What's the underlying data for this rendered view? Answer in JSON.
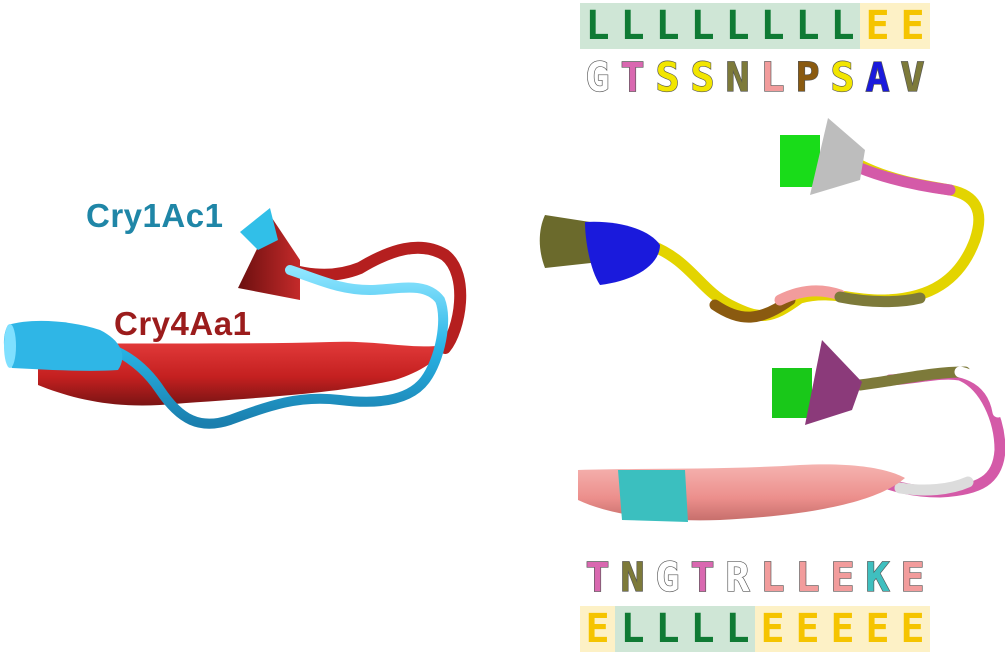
{
  "labels": {
    "cry1ac1": {
      "text": "Cry1Ac1",
      "color": "#1f86a7"
    },
    "cry4aa1": {
      "text": "Cry4Aa1",
      "color": "#9b1c1c"
    }
  },
  "top_ss": [
    "L",
    "L",
    "L",
    "L",
    "L",
    "L",
    "L",
    "L",
    "E",
    "E"
  ],
  "top_seq": [
    {
      "aa": "G",
      "color": "#ffffff"
    },
    {
      "aa": "T",
      "color": "#d968b0"
    },
    {
      "aa": "S",
      "color": "#f2e600"
    },
    {
      "aa": "S",
      "color": "#f2e600"
    },
    {
      "aa": "N",
      "color": "#7d7a3a"
    },
    {
      "aa": "L",
      "color": "#f29c9c"
    },
    {
      "aa": "P",
      "color": "#8a5a10"
    },
    {
      "aa": "S",
      "color": "#f2e600"
    },
    {
      "aa": "A",
      "color": "#1a1adc"
    },
    {
      "aa": "V",
      "color": "#7d7a3a"
    }
  ],
  "bottom_seq": [
    {
      "aa": "T",
      "color": "#d968b0"
    },
    {
      "aa": "N",
      "color": "#7d7a3a"
    },
    {
      "aa": "G",
      "color": "#ffffff"
    },
    {
      "aa": "T",
      "color": "#d968b0"
    },
    {
      "aa": "R",
      "color": "#ffffff"
    },
    {
      "aa": "L",
      "color": "#f29c9c"
    },
    {
      "aa": "L",
      "color": "#f29c9c"
    },
    {
      "aa": "E",
      "color": "#f29c9c"
    },
    {
      "aa": "K",
      "color": "#3fbfbf"
    },
    {
      "aa": "E",
      "color": "#f29c9c"
    }
  ],
  "bottom_ss": [
    "E",
    "L",
    "L",
    "L",
    "L",
    "E",
    "E",
    "E",
    "E",
    "E"
  ]
}
